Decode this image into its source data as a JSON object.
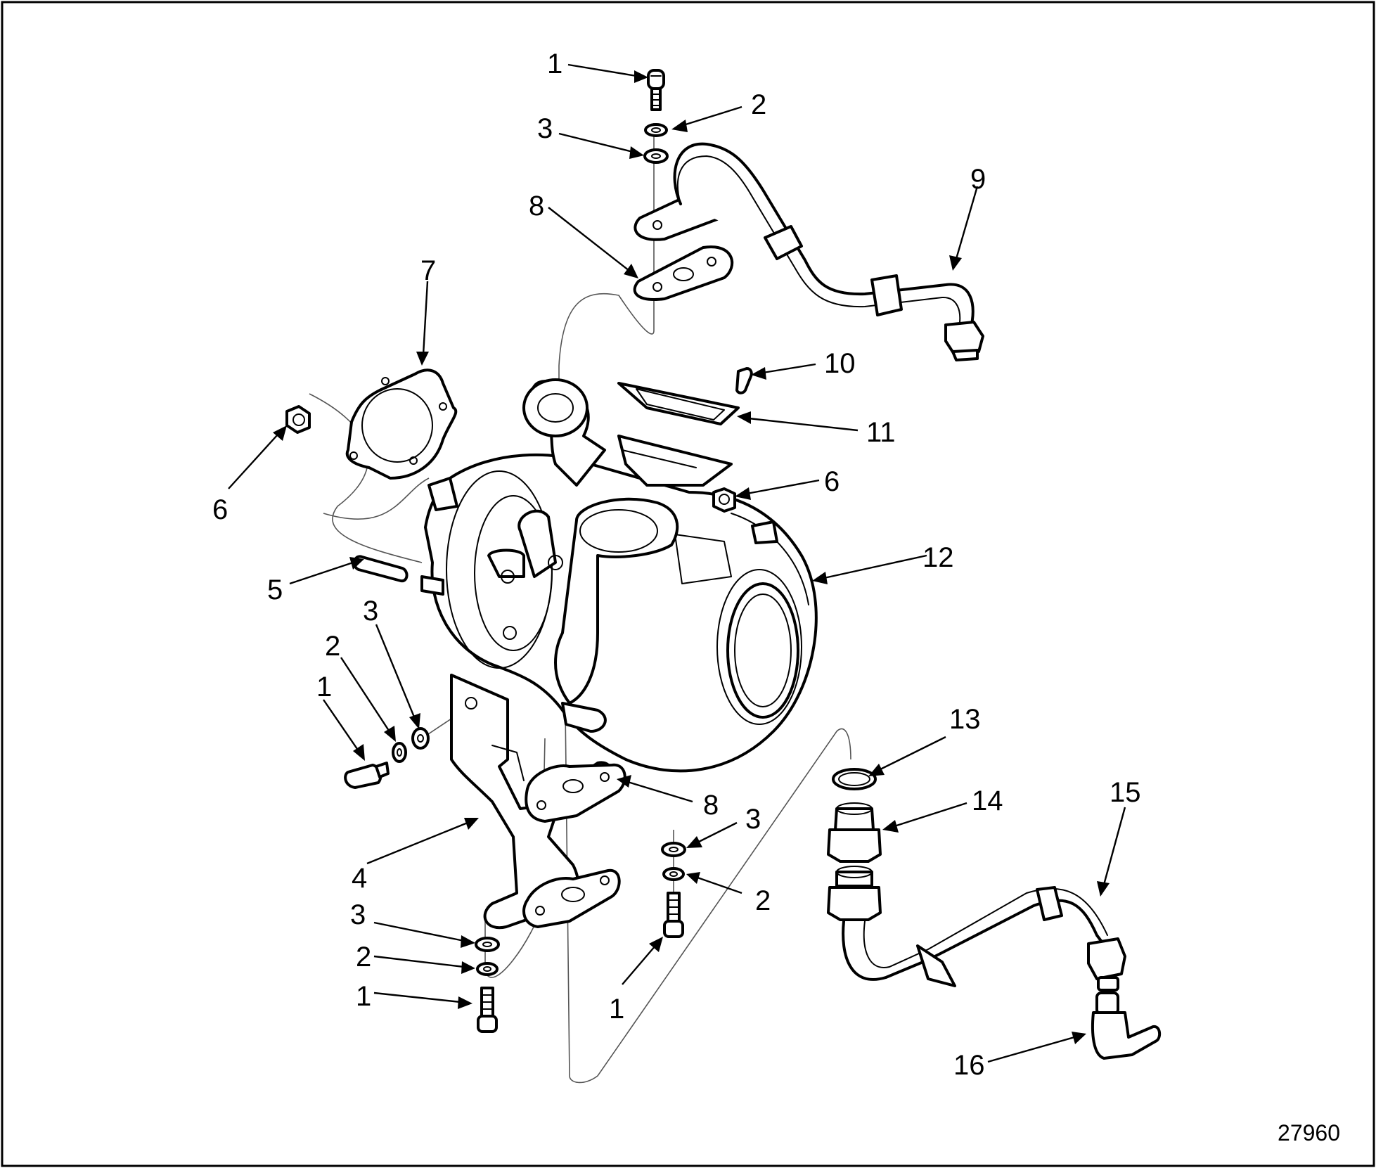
{
  "callouts": [
    {
      "id": "c1a",
      "label": "1"
    },
    {
      "id": "c2a",
      "label": "2"
    },
    {
      "id": "c3a",
      "label": "3"
    },
    {
      "id": "c8a",
      "label": "8"
    },
    {
      "id": "c9",
      "label": "9"
    },
    {
      "id": "c7",
      "label": "7"
    },
    {
      "id": "c10",
      "label": "10"
    },
    {
      "id": "c11",
      "label": "11"
    },
    {
      "id": "c6a",
      "label": "6"
    },
    {
      "id": "c6b",
      "label": "6"
    },
    {
      "id": "c5",
      "label": "5"
    },
    {
      "id": "c12",
      "label": "12"
    },
    {
      "id": "c3b",
      "label": "3"
    },
    {
      "id": "c2b",
      "label": "2"
    },
    {
      "id": "c1b",
      "label": "1"
    },
    {
      "id": "c13",
      "label": "13"
    },
    {
      "id": "c14",
      "label": "14"
    },
    {
      "id": "c15",
      "label": "15"
    },
    {
      "id": "c8b",
      "label": "8"
    },
    {
      "id": "c3c",
      "label": "3"
    },
    {
      "id": "c4",
      "label": "4"
    },
    {
      "id": "c2c",
      "label": "2"
    },
    {
      "id": "c3d",
      "label": "3"
    },
    {
      "id": "c2d",
      "label": "2"
    },
    {
      "id": "c1c",
      "label": "1"
    },
    {
      "id": "c1d",
      "label": "1"
    },
    {
      "id": "c16",
      "label": "16"
    }
  ],
  "figure_number": "27960"
}
